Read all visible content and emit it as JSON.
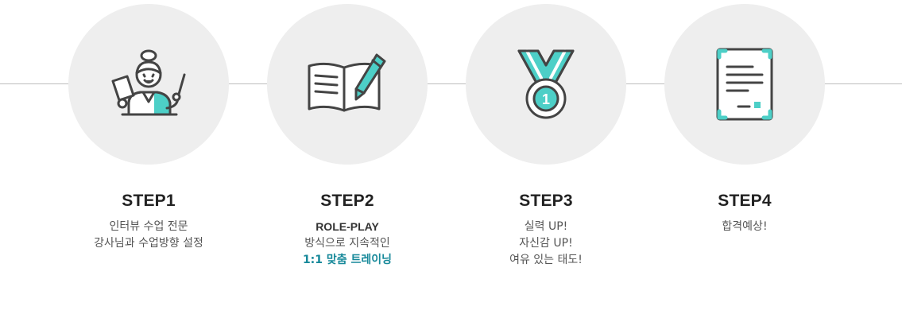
{
  "colors": {
    "accent": "#4dcfc7",
    "accent_text": "#17899a",
    "icon_stroke": "#444444",
    "circle_bg": "#eeeeee"
  },
  "steps": [
    {
      "title": "STEP1",
      "icon": "teacher-icon",
      "lines": [
        "인터뷰 수업 전문",
        "강사님과 수업방향 설정"
      ]
    },
    {
      "title": "STEP2",
      "icon": "book-pencil-icon",
      "line_strong": "ROLE-PLAY",
      "line_plain": "방식으로 지속적인",
      "line_accent": "1:1 맞춤 트레이닝"
    },
    {
      "title": "STEP3",
      "icon": "medal-icon",
      "medal_number": "1",
      "lines": [
        "실력 UP!",
        "자신감 UP!",
        "여유 있는 태도!"
      ]
    },
    {
      "title": "STEP4",
      "icon": "certificate-icon",
      "lines": [
        "합격예상!"
      ]
    }
  ]
}
